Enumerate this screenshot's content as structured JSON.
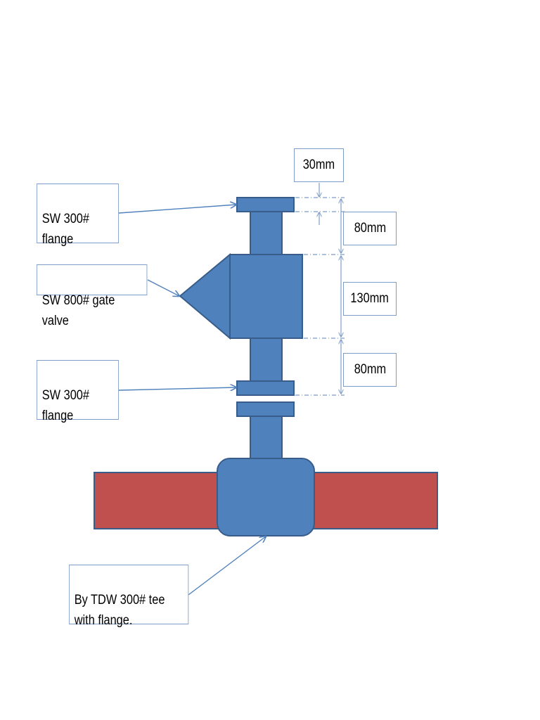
{
  "labels": {
    "flange_top": "SW 300#\nflange",
    "gate_valve": "SW 800# gate valve",
    "flange_bottom": "SW 300#\nflange",
    "tee": "By TDW 300# tee\nwith flange."
  },
  "dimensions": {
    "flange_thickness": "30mm",
    "upper_spool": "80mm",
    "valve_body": "130mm",
    "lower_spool": "80mm"
  },
  "colors": {
    "component_fill": "#4f81bd",
    "component_stroke": "#385d8a",
    "pipe_fill": "#c0504d",
    "pipe_stroke": "#385d8a",
    "leader_line": "#4f81bd",
    "dim_line": "#7e9cc8"
  }
}
